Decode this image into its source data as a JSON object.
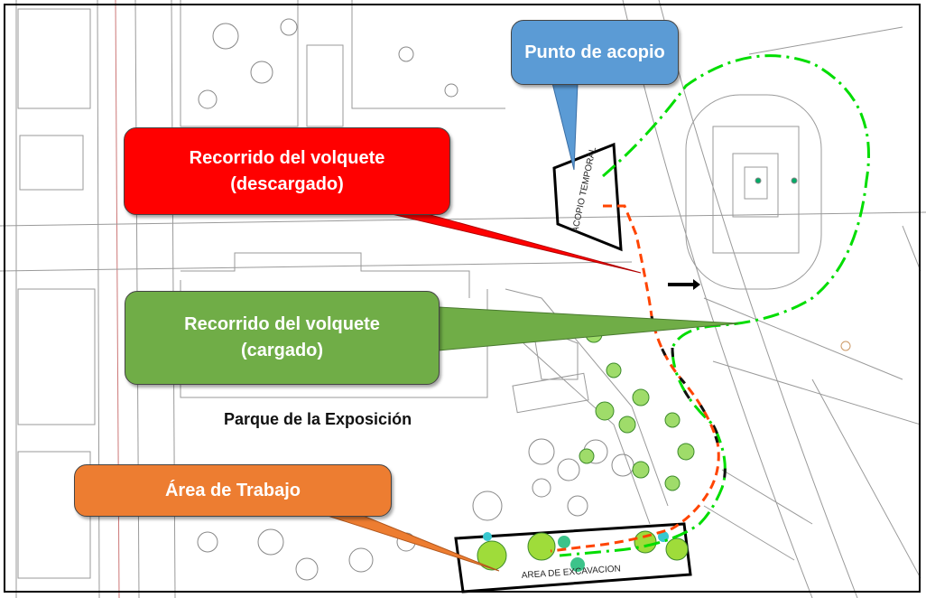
{
  "callouts": {
    "acopio": {
      "text": "Punto de acopio",
      "color": "#5b9bd5"
    },
    "descargado": {
      "line1": "Recorrido del volquete",
      "line2": "(descargado)",
      "color": "#ff0000"
    },
    "cargado": {
      "line1": "Recorrido del volquete",
      "line2": "(cargado)",
      "color": "#70ad47"
    },
    "trabajo": {
      "text": "Área de Trabajo",
      "color": "#ed7d31"
    }
  },
  "labels": {
    "park": "Parque de la Exposición",
    "acopio_box": "ACOPIO TEMPORAL",
    "excavation": "AREA DE EXCAVACION"
  },
  "legend_colors": {
    "route_unloaded": "#ff4400",
    "route_loaded": "#00dd00"
  }
}
